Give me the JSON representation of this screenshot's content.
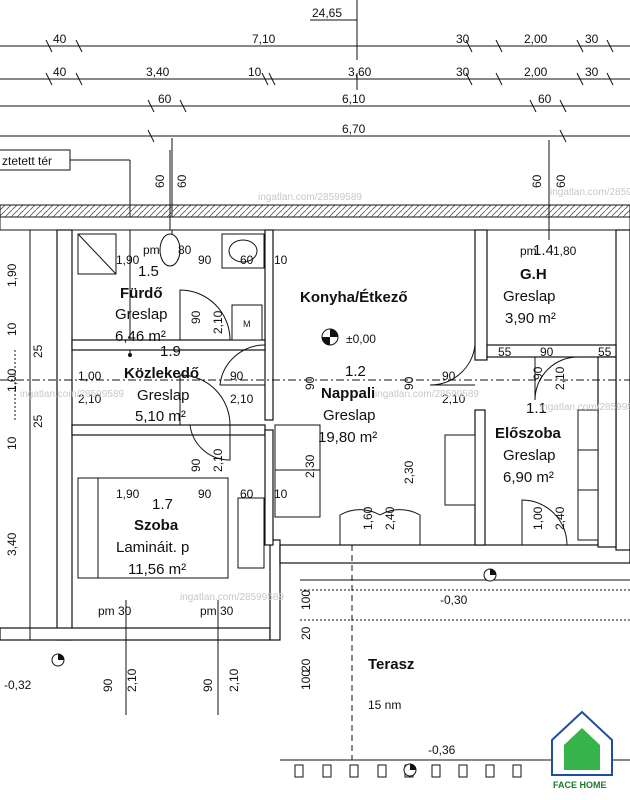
{
  "dimensions": {
    "total_top": "24,65",
    "row1": [
      "40",
      "7,10",
      "30",
      "2,00",
      "30"
    ],
    "row2": [
      "40",
      "3,40",
      "10",
      "3,60",
      "30",
      "2,00",
      "30"
    ],
    "row3": [
      "60",
      "6,10",
      "60"
    ],
    "row4": "6,70",
    "wall_60": [
      "60",
      "60",
      "60",
      "60"
    ],
    "left_vertical": [
      "1,90",
      "10",
      "25",
      "1,00",
      "25",
      "10",
      "3,40"
    ],
    "misc": {
      "d_100_top": "1,00",
      "d_210_left": "2,10",
      "d_190_bath": "1,90",
      "d_80_bath": "80",
      "d_90_bath": "90",
      "d_60_bath": "60",
      "d_10_bath": "10",
      "d_90_bath_v": "90",
      "d_210_bath_v": "2,10",
      "d_90_corr_l": "90",
      "d_210_corr_l": "2,10",
      "d_90_corr_r": "90",
      "d_210_corr_r": "2,10",
      "d_90_corr_v": "90",
      "d_210_corr_v": "2,10",
      "d_190_room": "1,90",
      "d_90_room": "90",
      "d_60_room": "60",
      "d_10_room": "10",
      "d_90_living_v": "90",
      "d_230_living": "2,30",
      "d_230_living_r": "2,30",
      "d_160_door": "1,60",
      "d_240_door": "2,40",
      "d_90_entry": "90",
      "d_210_entry": "2,10",
      "d_90_gh": "90",
      "d_55_gh_l": "55",
      "d_55_gh_r": "55",
      "d_90_gh_v": "90",
      "d_210_gh_v": "2,10",
      "d_100_entry": "1,00",
      "d_240_entry": "2,40",
      "d_90_bottom_l": "90",
      "d_210_bottom_l": "2,10",
      "d_90_bottom_r": "90",
      "d_210_bottom_r": "2,10",
      "d_100_terr": "100",
      "d_20_terr_a": "20",
      "d_100_terr_b": "100",
      "d_20_terr_b": "20",
      "d_180_gh": "1,80",
      "pm_bath": "pm",
      "pm_gh": "pm",
      "pm30_a": "pm 30",
      "pm30_b": "pm 30",
      "m_box": "M"
    }
  },
  "labels": {
    "cutoff_top_left": "ztetett tér",
    "terrace_title": "Terasz",
    "terrace_sub": "15 nm",
    "level_000": "±0,00",
    "level_030": "-0,30",
    "level_032": "-0,32",
    "level_036": "-0,36"
  },
  "rooms": [
    {
      "id": "1.5",
      "name": "Fürdő",
      "floor": "Greslap",
      "area": "6,46 m²"
    },
    {
      "id": "1.9",
      "name": "Közlekedő",
      "floor": "Greslap",
      "area": "5,10 m²"
    },
    {
      "id": "1.7",
      "name": "Szoba",
      "floor": "Lamináit. p",
      "area": "11,56 m²"
    },
    {
      "id": "1.2",
      "name": "Nappali",
      "floor": "Greslap",
      "area": "19,80 m²"
    },
    {
      "id": "1.1",
      "name": "Előszoba",
      "floor": "Greslap",
      "area": "6,90 m²"
    },
    {
      "id": "1.4",
      "name": "G.H",
      "floor": "Greslap",
      "area": "3,90 m²"
    },
    {
      "id": "",
      "name": "Konyha/Étkező",
      "floor": "",
      "area": ""
    }
  ],
  "watermark": "ingatlan.com/28599589",
  "logo": {
    "text": "FACE HOME",
    "color": "#1b7a2e",
    "fill": "#36b34a"
  }
}
